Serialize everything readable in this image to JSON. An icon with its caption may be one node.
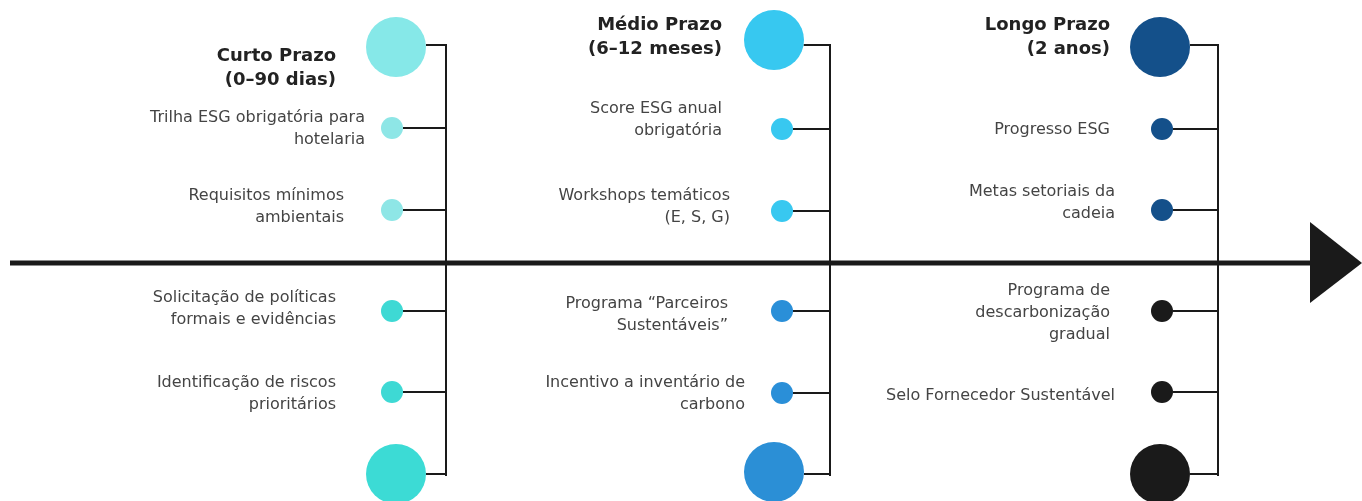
{
  "diagram": {
    "nodes": [
      {
        "text": [],
        "shape": "circle",
        "beside": [
          "Curto Prazo (0–90 dias)"
        ]
      },
      {
        "text": [],
        "shape": "circle",
        "beside": [
          "Trilha ESG obrigatória para hotelaria"
        ]
      },
      {
        "text": [],
        "shape": "circle",
        "beside": [
          "Requisitos mínimos ambientais"
        ]
      },
      {
        "text": [],
        "shape": "circle",
        "beside": [
          "Solicitação de políticas formais e evidências"
        ]
      },
      {
        "text": [],
        "shape": "circle",
        "beside": [
          "Identificação de riscos prioritários"
        ]
      },
      {
        "text": [],
        "shape": "circle"
      },
      {
        "text": [],
        "shape": "circle",
        "beside": [
          "Médio Prazo (6–12 meses)"
        ]
      },
      {
        "text": [],
        "shape": "circle",
        "beside": [
          "Score ESG anual obrigatória"
        ]
      },
      {
        "text": [],
        "shape": "circle",
        "beside": [
          "Workshops temáticos (E, S, G)"
        ]
      },
      {
        "text": [],
        "shape": "circle",
        "beside": [
          "Programa “Parceiros Sustentáveis”"
        ]
      },
      {
        "text": [],
        "shape": "circle",
        "beside": [
          "Incentivo a inventário de carbono"
        ]
      },
      {
        "text": [],
        "shape": "circle"
      },
      {
        "text": [],
        "shape": "circle",
        "beside": [
          "Longo Prazo (2 anos)"
        ]
      },
      {
        "text": [],
        "shape": "circle",
        "beside": [
          "Progresso ESG"
        ]
      },
      {
        "text": [],
        "shape": "circle",
        "beside": [
          "Metas setoriais da cadeia"
        ]
      },
      {
        "text": [],
        "shape": "circle",
        "beside": [
          "Programa de descarbonização gradual"
        ]
      },
      {
        "text": [],
        "shape": "circle",
        "beside": [
          "Selo Fornecedor Sustentável"
        ]
      },
      {
        "text": [],
        "shape": "circle"
      },
      {
        "text": [],
        "shape": "bar"
      },
      {
        "text": [],
        "shape": "bar"
      },
      {
        "text": [],
        "shape": "bar"
      }
    ],
    "edges": [
      {
        "from": 0,
        "to": 18,
        "arrow": "none"
      },
      {
        "from": 1,
        "to": 18,
        "arrow": "none"
      },
      {
        "from": 2,
        "to": 18,
        "arrow": "none"
      },
      {
        "from": 3,
        "to": 18,
        "arrow": "none"
      },
      {
        "from": 4,
        "to": 18,
        "arrow": "none"
      },
      {
        "from": 5,
        "to": 18,
        "arrow": "none"
      },
      {
        "from": 6,
        "to": 19,
        "arrow": "none"
      },
      {
        "from": 7,
        "to": 19,
        "arrow": "none"
      },
      {
        "from": 8,
        "to": 19,
        "arrow": "none"
      },
      {
        "from": 9,
        "to": 19,
        "arrow": "none"
      },
      {
        "from": 10,
        "to": 19,
        "arrow": "none"
      },
      {
        "from": 11,
        "to": 19,
        "arrow": "none"
      },
      {
        "from": 12,
        "to": 20,
        "arrow": "none"
      },
      {
        "from": 13,
        "to": 20,
        "arrow": "none"
      },
      {
        "from": 14,
        "to": 20,
        "arrow": "none"
      },
      {
        "from": 15,
        "to": 20,
        "arrow": "none"
      },
      {
        "from": 16,
        "to": 20,
        "arrow": "none"
      },
      {
        "from": 17,
        "to": 20,
        "arrow": "none"
      }
    ]
  }
}
